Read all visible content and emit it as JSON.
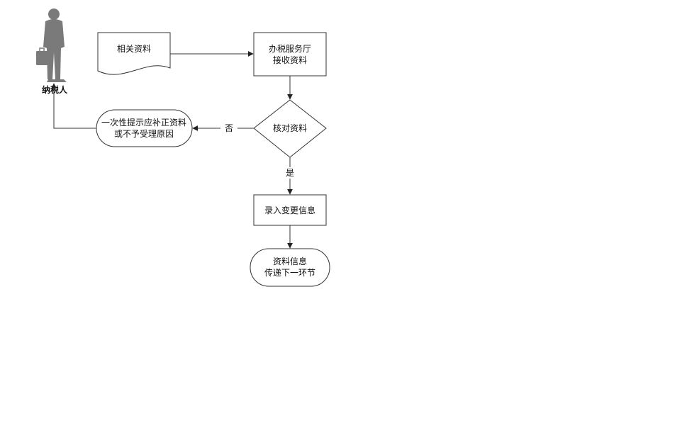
{
  "actor": {
    "label": "纳税人",
    "icon": "person-with-briefcase-icon",
    "color": "#7a7a7a"
  },
  "nodes": {
    "docs": {
      "label": "相关资料"
    },
    "receive": {
      "line1": "办税服务厅",
      "line2": "接收资料"
    },
    "check": {
      "label": "核对资料"
    },
    "reject": {
      "line1": "一次性提示应补正资料",
      "line2": "或不予受理原因"
    },
    "enter": {
      "label": "录入变更信息"
    },
    "next": {
      "line1": "资料信息",
      "line2": "传递下一环节"
    }
  },
  "edges": {
    "no": "否",
    "yes": "是"
  },
  "colors": {
    "stroke": "#333333",
    "text": "#111111",
    "background": "#ffffff"
  }
}
